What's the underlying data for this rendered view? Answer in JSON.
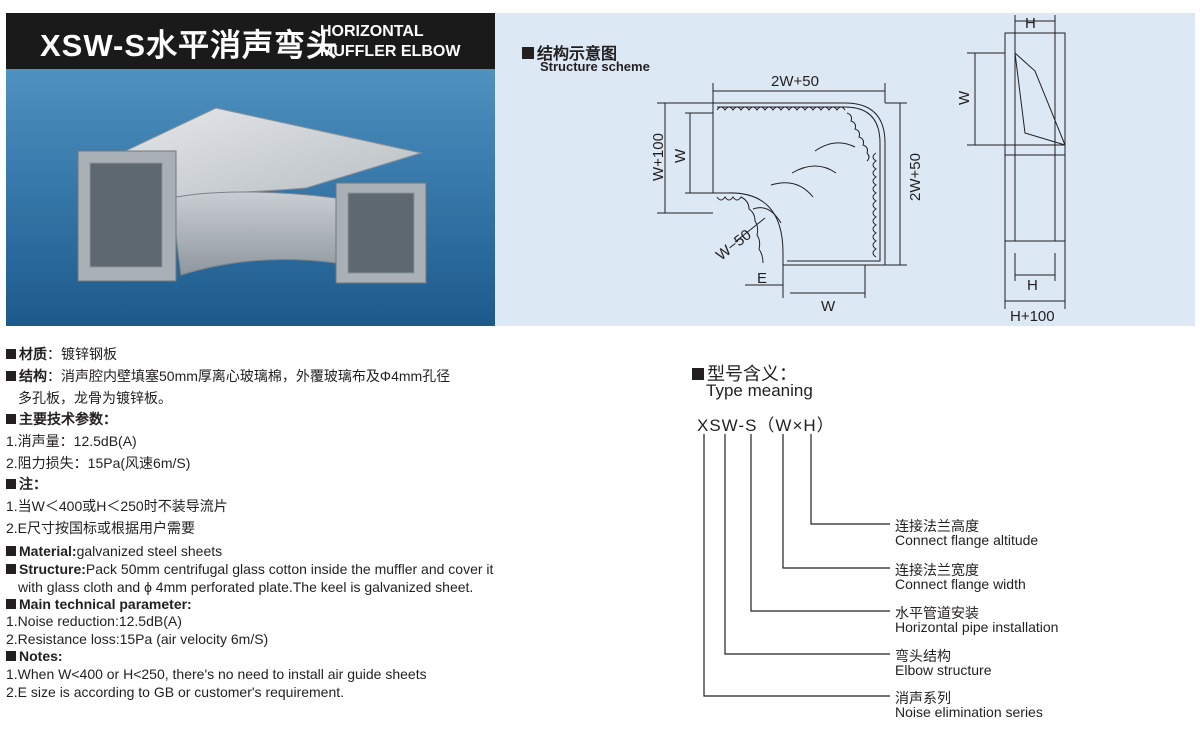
{
  "header": {
    "title_cn": "XSW-S水平消声弯头",
    "title_en": "HORIZONTAL\nMUFFLER ELBOW"
  },
  "scheme": {
    "heading_cn": "结构示意图",
    "heading_en": "Structure scheme",
    "dims": {
      "top_width": "2W+50",
      "left_outer": "W+100",
      "left_inner": "W",
      "right_height": "2W+50",
      "inner_radius": "W−50",
      "e_label": "E",
      "bottom_w": "W",
      "side_h_top": "H",
      "side_w": "W",
      "side_h_bottom": "H",
      "side_h100": "H+100"
    }
  },
  "specs_cn": {
    "material_label": "材质",
    "material_value": "镀锌钢板",
    "structure_label": "结构",
    "structure_line1": "消声腔内壁填塞50mm厚离心玻璃棉，外覆玻璃布及Φ4mm孔径",
    "structure_line2": "多孔板，龙骨为镀锌板。",
    "param_label": "主要技术参数",
    "param1": "1.消声量：12.5dB(A)",
    "param2": "2.阻力损失：15Pa(风速6m/S)",
    "notes_label": "注",
    "note1": "1.当W＜400或H＜250时不装导流片",
    "note2": "2.E尺寸按国标或根据用户需要"
  },
  "specs_en": {
    "material_label": "Material:",
    "material_value": "galvanized steel sheets",
    "structure_label": "Structure:",
    "structure_line1": "Pack 50mm centrifugal glass cotton inside the muffler and cover it",
    "structure_line2": "with glass cloth and ϕ 4mm perforated plate.The keel is galvanized sheet.",
    "param_label": "Main technical parameter:",
    "param1": "1.Noise reduction:12.5dB(A)",
    "param2": "2.Resistance loss:15Pa (air velocity 6m/S)",
    "notes_label": "Notes:",
    "note1": "1.When W<400 or H<250, there's no need to install air guide sheets",
    "note2": "2.E size is according to GB or customer's requirement."
  },
  "type_meaning": {
    "heading_cn": "型号含义：",
    "heading_en": "Type meaning",
    "model": "XSW-S（W×H）",
    "items": [
      {
        "cn": "连接法兰高度",
        "en": "Connect flange altitude"
      },
      {
        "cn": "连接法兰宽度",
        "en": "Connect flange width"
      },
      {
        "cn": "水平管道安装",
        "en": "Horizontal pipe installation"
      },
      {
        "cn": "弯头结构",
        "en": "Elbow structure"
      },
      {
        "cn": "消声系列",
        "en": "Noise elimination series"
      }
    ]
  }
}
